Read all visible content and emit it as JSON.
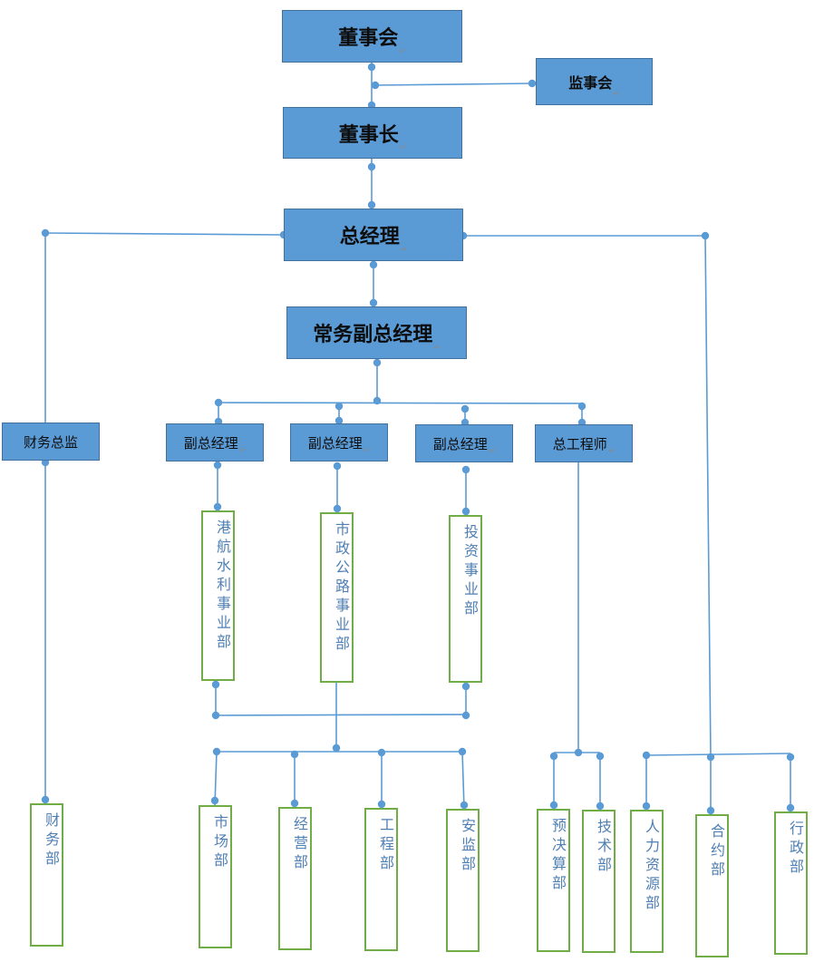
{
  "top": {
    "board": "董事会",
    "supervisors": "监事会",
    "chairman": "董事长",
    "gm": "总经理",
    "exec_vp": "常务副总经理"
  },
  "level2": {
    "cfo": "财务总监",
    "vp1": "副总经理",
    "vp2": "副总经理",
    "vp3": "副总经理",
    "chief_engineer": "总工程师"
  },
  "divisions": {
    "port_water": "港航水利事业部",
    "municipal_road": "市政公路事业部",
    "investment": "投资事业部"
  },
  "departments": {
    "finance": "财务部",
    "market": "市场部",
    "operations": "经营部",
    "engineering": "工程部",
    "safety": "安监部",
    "budget": "预决算部",
    "technology": "技术部",
    "hr": "人力资源部",
    "contract": "合约部",
    "admin": "行政部"
  },
  "colors": {
    "box_fill": "#5b9bd5",
    "box_border": "#41719c",
    "dept_border": "#70ad47",
    "dept_text": "#4f7fb3",
    "connector": "#5b9bd5"
  }
}
